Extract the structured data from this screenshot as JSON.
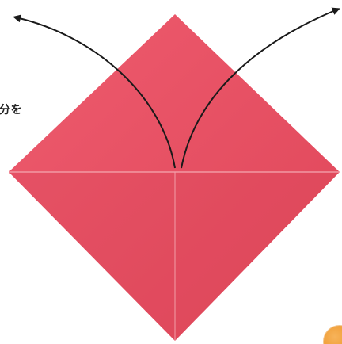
{
  "instruction": {
    "text": "分を"
  },
  "paper": {
    "color": "#e84f63",
    "shade_color": "#dc4658",
    "crease_color": "#f3a1ab"
  },
  "arrows": {
    "color": "#1a1a1a",
    "items": [
      {
        "name": "left-fold-arrow",
        "direction": "up-left"
      },
      {
        "name": "right-fold-arrow",
        "direction": "up-right"
      }
    ]
  },
  "mascot": {
    "icon": "orange-character-icon",
    "color": "#ef9a2f"
  }
}
